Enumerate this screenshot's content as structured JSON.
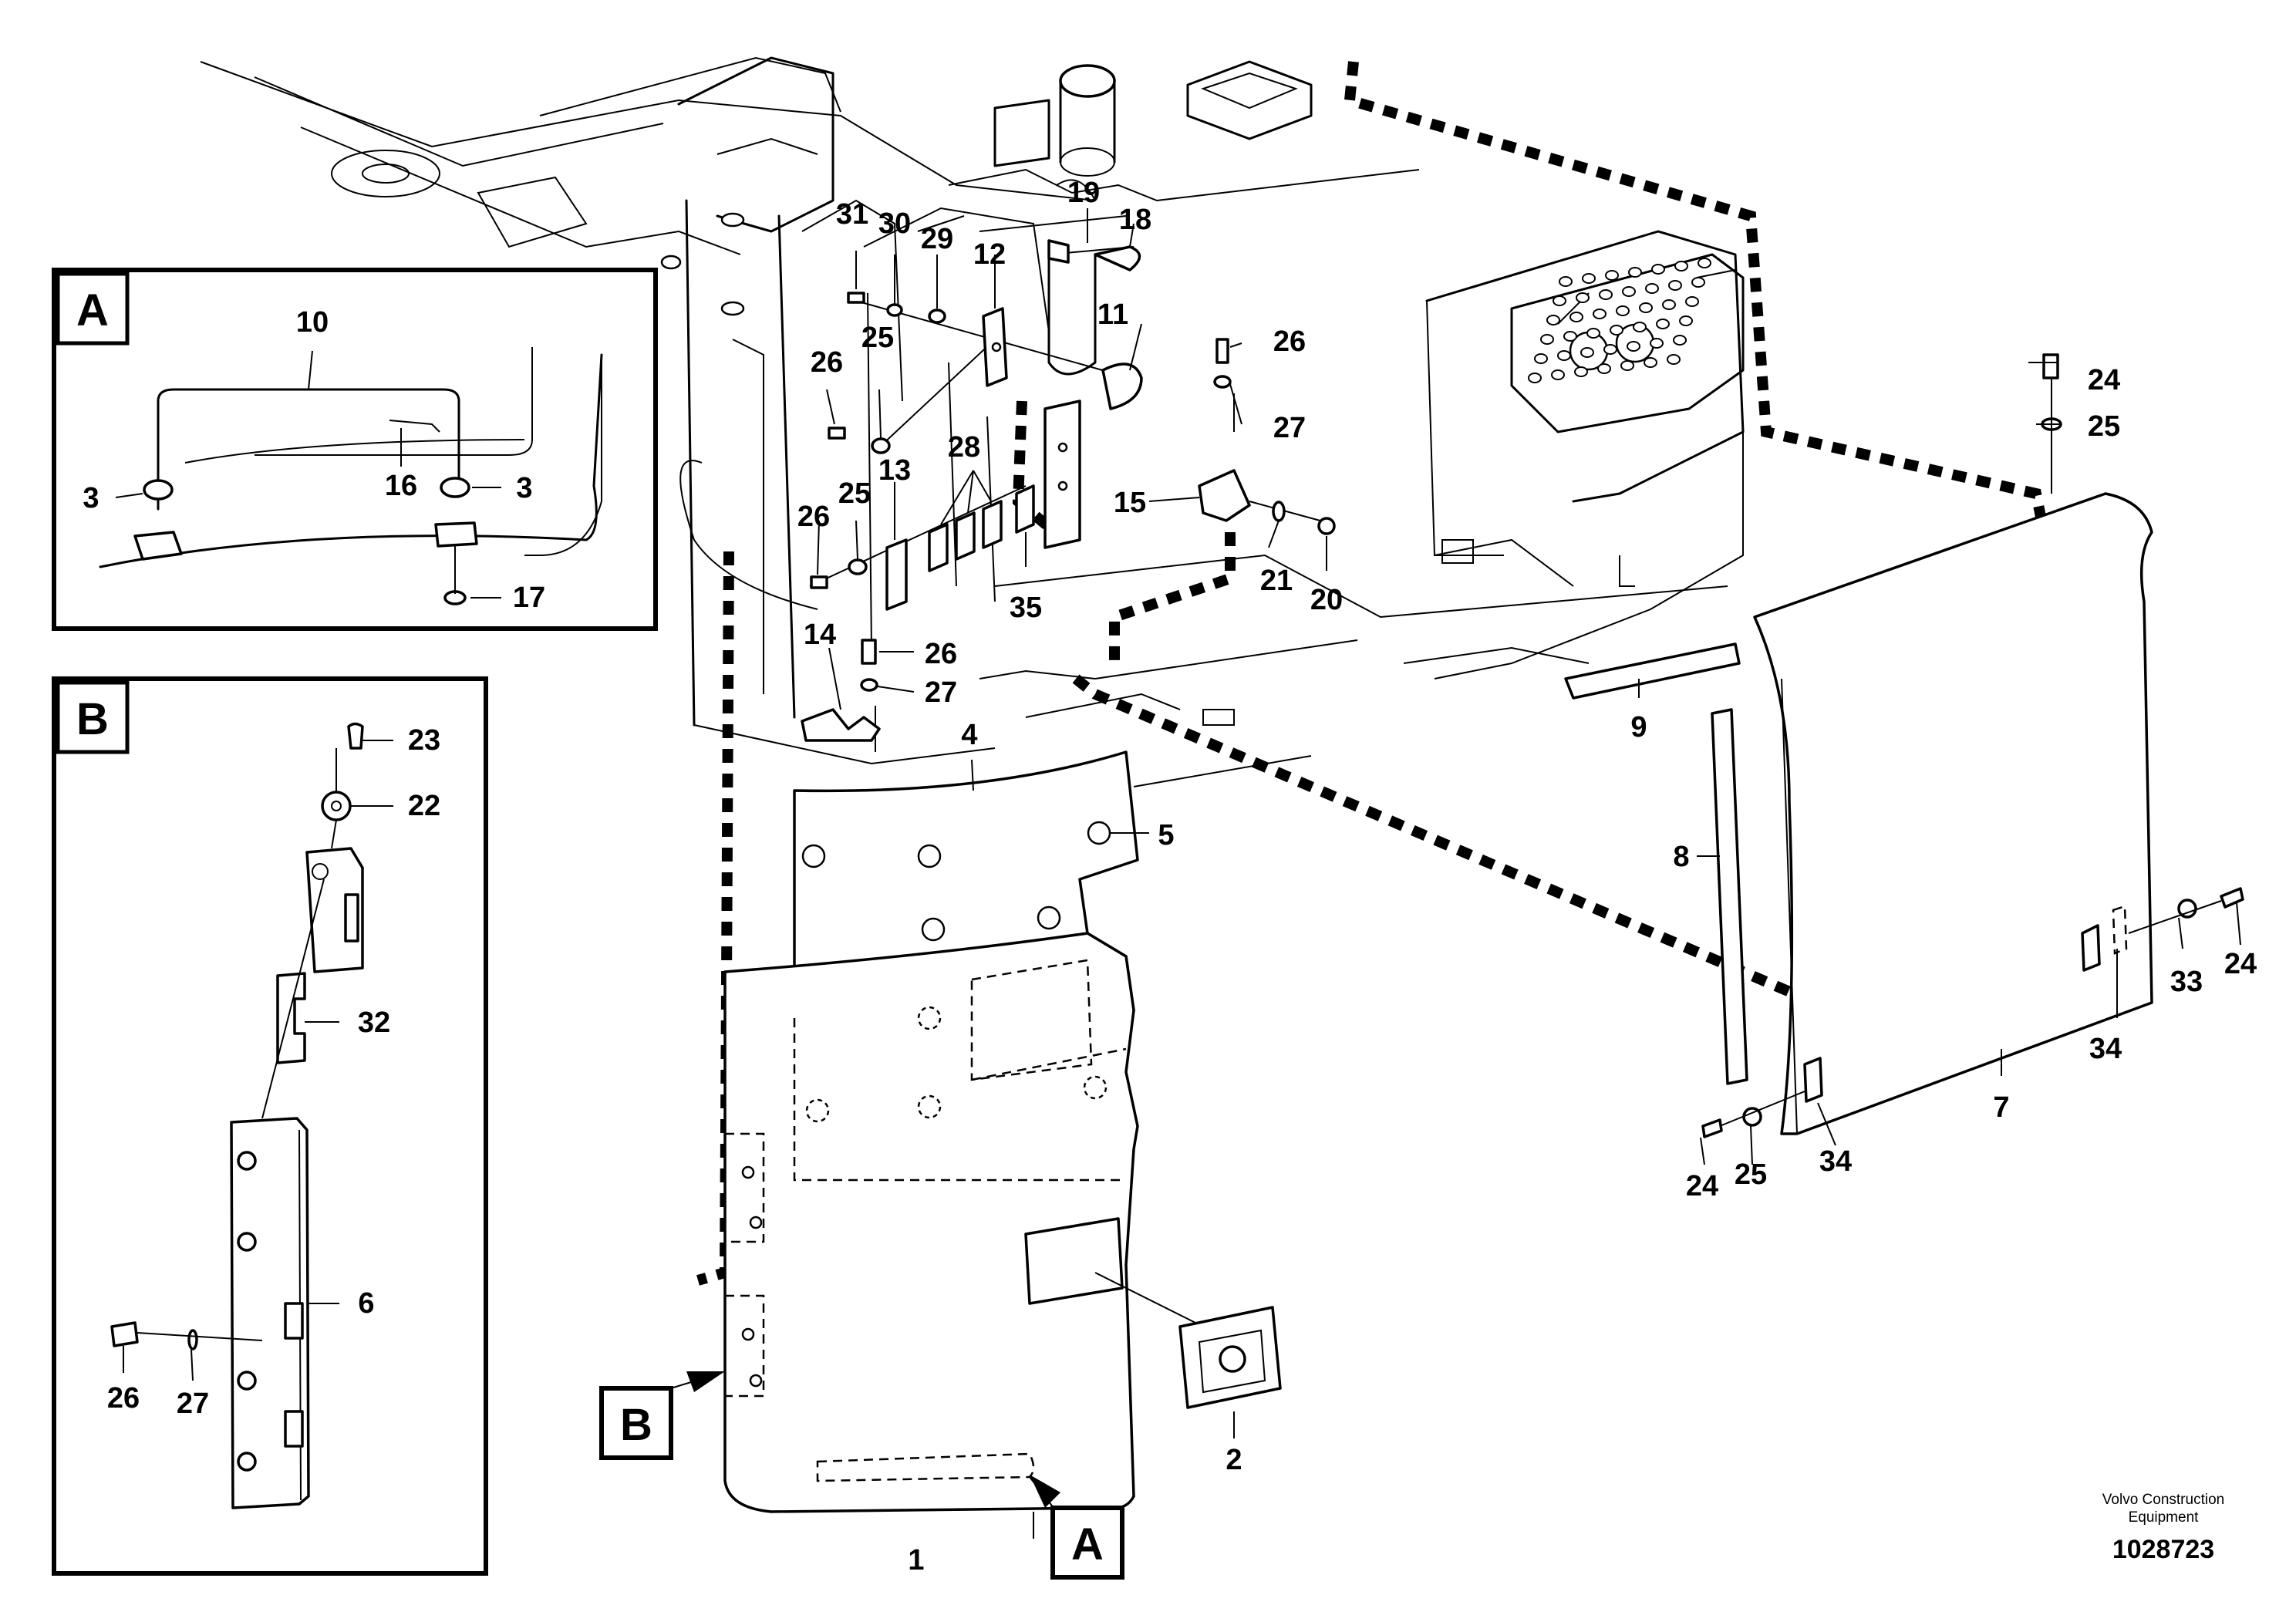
{
  "detail_views": {
    "a": {
      "letter": "A",
      "labels": [
        "10",
        "3",
        "16",
        "3",
        "17"
      ]
    },
    "b": {
      "letter": "B",
      "labels": [
        "23",
        "22",
        "32",
        "6",
        "26",
        "27"
      ]
    }
  },
  "callouts": {
    "a": "A",
    "b": "B"
  },
  "part_labels": {
    "p31": "31",
    "p30": "30",
    "p29": "29",
    "p12": "12",
    "p19": "19",
    "p18": "18",
    "p11": "11",
    "p26a": "26",
    "p25a": "25",
    "p26b": "26",
    "p27a": "27",
    "p28": "28",
    "p13": "13",
    "p25b": "25",
    "p26c": "26",
    "p35": "35",
    "p15": "15",
    "p21": "21",
    "p20": "20",
    "p14": "14",
    "p26d": "26",
    "p27b": "27",
    "p4": "4",
    "p5": "5",
    "p9": "9",
    "p8": "8",
    "p24a": "24",
    "p25c": "25",
    "p24b": "24",
    "p33": "33",
    "p34a": "34",
    "p7": "7",
    "p24c": "24",
    "p25d": "25",
    "p34b": "34",
    "p2": "2",
    "p1": "1"
  },
  "footer": {
    "credit_line1": "Volvo Construction",
    "credit_line2": "Equipment",
    "drawing_number": "1028723"
  }
}
